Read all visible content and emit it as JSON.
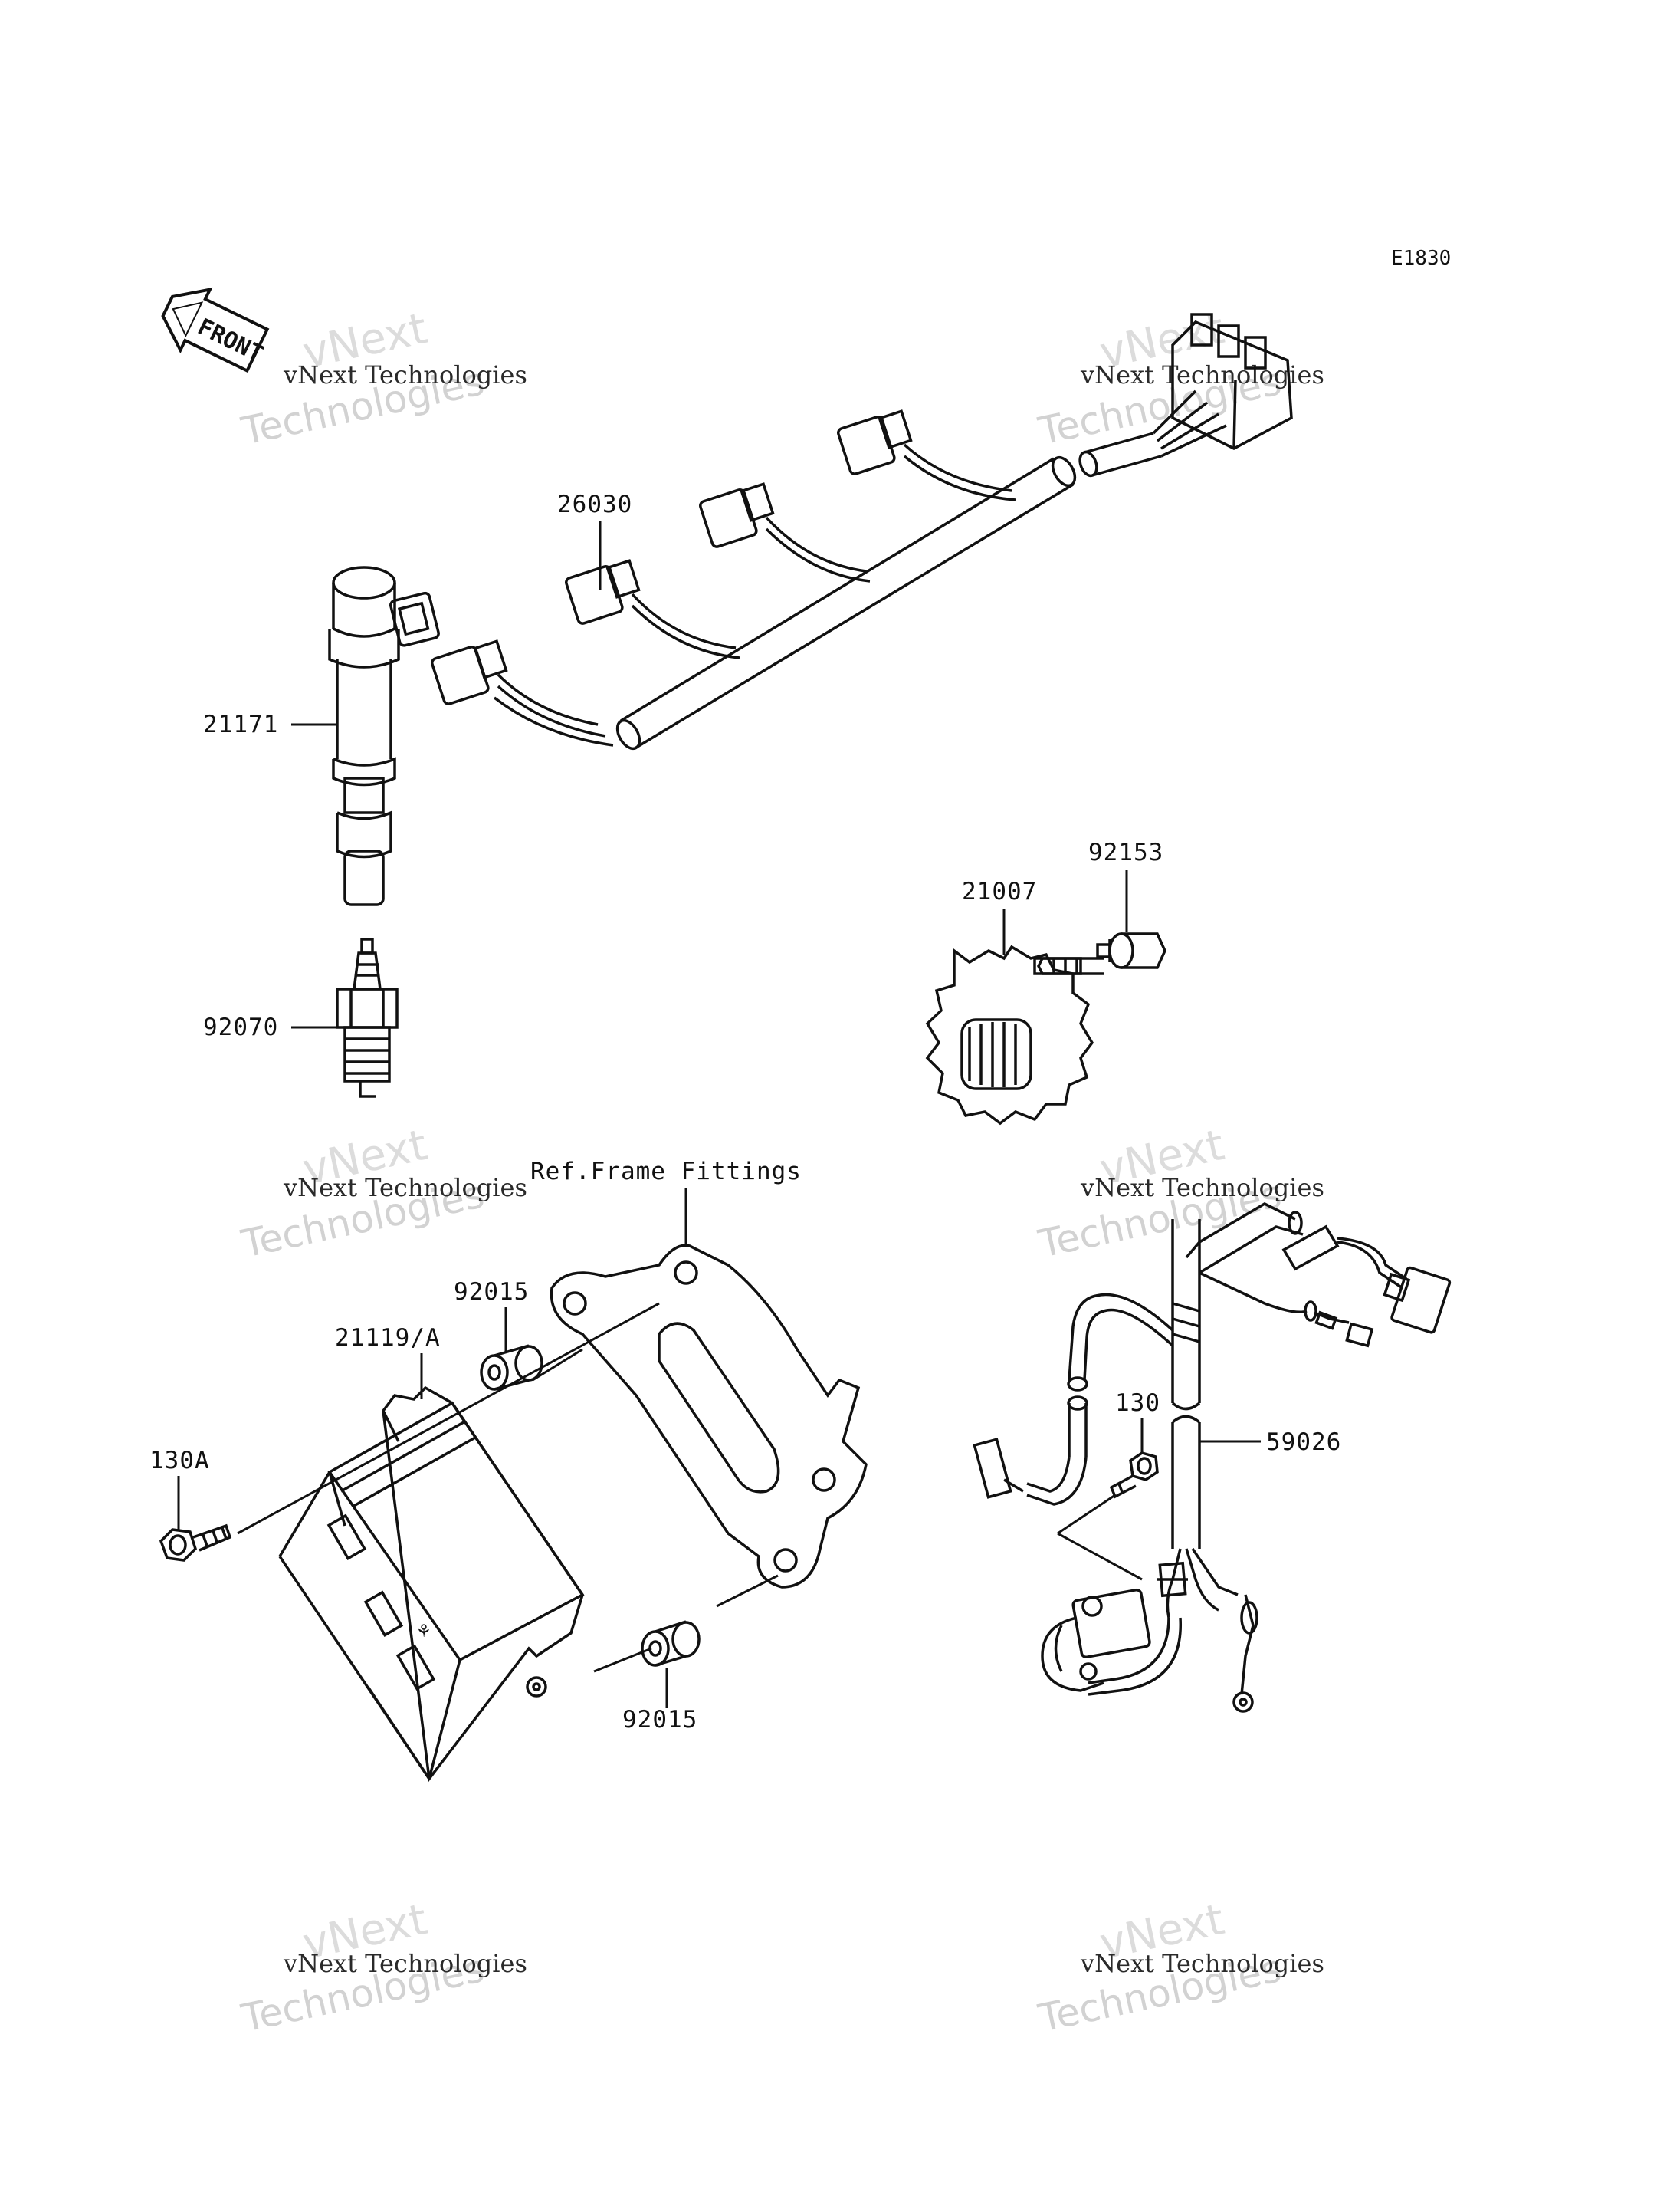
{
  "diagram": {
    "code": "E1830",
    "front_label": "FRONT",
    "ref_label": "Ref.Frame Fittings"
  },
  "parts": [
    {
      "id": "26030"
    },
    {
      "id": "21171"
    },
    {
      "id": "92070"
    },
    {
      "id": "21007"
    },
    {
      "id": "92153"
    },
    {
      "id": "92015"
    },
    {
      "id": "21119/A"
    },
    {
      "id": "130A"
    },
    {
      "id": "92015"
    },
    {
      "id": "130"
    },
    {
      "id": "59026"
    }
  ],
  "watermark": {
    "line_top": "vNext",
    "line_mid": "vNext Technologies",
    "line_big": "Technologies"
  },
  "colors": {
    "ink": "#111111",
    "watermark_faint": "#d2d2d2"
  }
}
